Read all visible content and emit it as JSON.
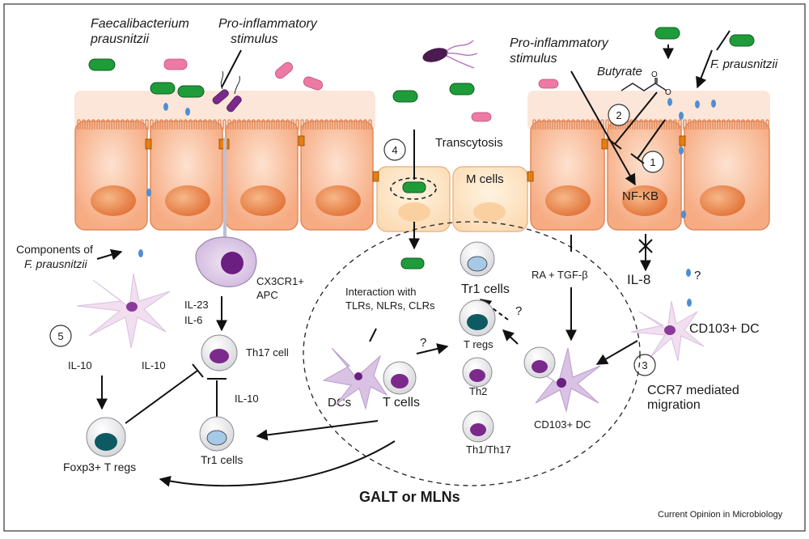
{
  "figure": {
    "colors": {
      "epithelium": "#f6b08a",
      "epithelium_edge": "#e08a5c",
      "nucleus": "#e9864f",
      "mcell": "#fde3bf",
      "mucus": "#fbe4d6",
      "bacterium_green": "#1f9c3a",
      "bacterium_pink": "#ec7aa3",
      "butyrate_drop": "#4f8fd0",
      "junction": "#e67e12",
      "cell_purple": "#7b2a8c",
      "dc_lilac": "#dcc5e6",
      "treg_teal": "#0d5a63",
      "tr1_blue": "#a7c9e8"
    },
    "labels": {
      "faecali_line1": "Faecalibacterium",
      "faecali_line2": "prausnitzii",
      "proinf1_line1": "Pro-inflammatory",
      "proinf1_line2": "stimulus",
      "proinf2_line1": "Pro-inflammatory",
      "proinf2_line2": "stimulus",
      "butyrate": "Butyrate",
      "fpraus": "F. prausnitzii",
      "transcytosis": "Transcytosis",
      "mcells": "M cells",
      "nfkb": "NF-KB",
      "il8": "IL-8",
      "components_line1": "Components of",
      "components_line2": "F. prausnitzii",
      "cx3cr1_line1": "CX3CR1+",
      "cx3cr1_line2": "APC",
      "il23": "IL-23",
      "il6": "IL-6",
      "th17": "Th17 cell",
      "il10_left": "IL-10",
      "il10_mid": "IL-10",
      "il10_bottom": "IL-10",
      "tr1_cells_bottom": "Tr1 cells",
      "foxp3": "Foxp3+ T regs",
      "interaction_line1": "Interaction with",
      "interaction_line2": "TLRs, NLRs, CLRs",
      "dcs": "DCs",
      "tcells": "T cells",
      "tr1_cells_center": "Tr1 cells",
      "tregs_center": "T regs",
      "th2": "Th2",
      "th1th17": "Th1/Th17",
      "cd103_center": "CD103+ DC",
      "ra_tgf": "RA + TGF-β",
      "cd103_right": "CD103+ DC",
      "ccr7_line1": "CCR7 mediated",
      "ccr7_line2": "migration",
      "galt": "GALT or MLNs",
      "credit": "Current Opinion in Microbiology",
      "qmark": "?"
    },
    "steps": {
      "s1": "1",
      "s2": "2",
      "s3": "3",
      "s4": "4",
      "s5": "5"
    }
  }
}
